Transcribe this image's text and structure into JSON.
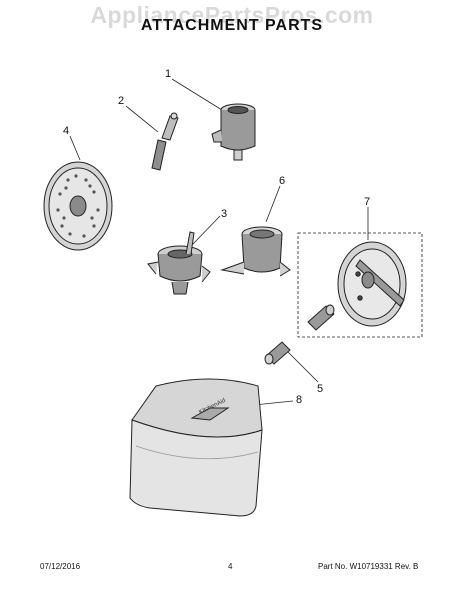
{
  "watermark": "AppliancePartsPros.com",
  "title": "ATTACHMENT PARTS",
  "parts": [
    {
      "number": "1"
    },
    {
      "number": "2"
    },
    {
      "number": "3"
    },
    {
      "number": "4"
    },
    {
      "number": "5"
    },
    {
      "number": "6"
    },
    {
      "number": "7"
    },
    {
      "number": "8"
    }
  ],
  "case_brand": "KitchenAid",
  "footer": {
    "date": "07/12/2016",
    "page": "4",
    "part_no": "Part No. W10719331  Rev. B"
  }
}
